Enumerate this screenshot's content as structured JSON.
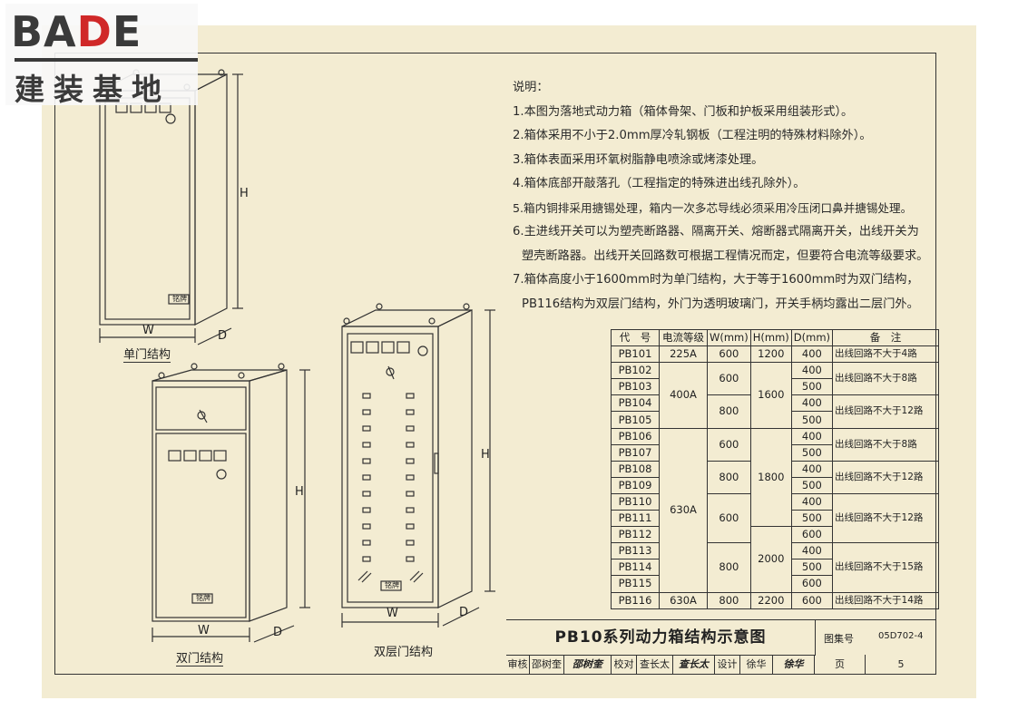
{
  "logo": {
    "brand_dark": "BA",
    "brand_red": "D",
    "brand_dark2": "E",
    "subtitle": "建装基地"
  },
  "notes": {
    "heading": "说明：",
    "lines": [
      "1.本图为落地式动力箱（箱体骨架、门板和护板采用组装形式）。",
      "2.箱体采用不小于2.0mm厚冷轧钢板（工程注明的特殊材料除外）。",
      "3.箱体表面采用环氧树脂静电喷涂或烤漆处理。",
      "4.箱体底部开敲落孔（工程指定的特殊进出线孔除外）。",
      "5.箱内铜排采用搪锡处理，箱内一次多芯导线必须采用冷压闭口鼻并搪锡处理。",
      "6.主进线开关可以为塑壳断路器、隔离开关、熔断器式隔离开关，出线开关为",
      "塑壳断路器。出线开关回路数可根据工程情况而定，但要符合电流等级要求。",
      "7.箱体高度小于1600mm时为单门结构，大于等于1600mm时为双门结构，",
      "PB116结构为双层门结构，外门为透明玻璃门，开关手柄均露出二层门外。"
    ]
  },
  "captions": {
    "single_door": "单门结构",
    "double_door": "双门结构",
    "double_layer_door": "双层门结构"
  },
  "dimension_labels": {
    "width": "W",
    "depth": "D",
    "height": "H",
    "badge": "铭牌"
  },
  "table": {
    "headers": [
      "代　号",
      "电流等级",
      "W(mm)",
      "H(mm)",
      "D(mm)",
      "备　注"
    ],
    "codes": [
      "PB101",
      "PB102",
      "PB103",
      "PB104",
      "PB105",
      "PB106",
      "PB107",
      "PB108",
      "PB109",
      "PB110",
      "PB111",
      "PB112",
      "PB113",
      "PB114",
      "PB115",
      "PB116"
    ],
    "current": [
      "225A",
      "400A",
      "630A",
      "630A"
    ],
    "w": [
      "600",
      "600",
      "800",
      "600",
      "800",
      "600",
      "800",
      "800"
    ],
    "h": [
      "1200",
      "1600",
      "1800",
      "2000",
      "2200"
    ],
    "d": [
      "400",
      "400",
      "500",
      "400",
      "500",
      "400",
      "500",
      "400",
      "500",
      "400",
      "500",
      "600",
      "400",
      "500",
      "600",
      "600"
    ],
    "remarks": [
      "出线回路不大于4路",
      "出线回路不大于8路",
      "出线回路不大于12路",
      "出线回路不大于8路",
      "出线回路不大于12路",
      "出线回路不大于12路",
      "出线回路不大于15路",
      "出线回路不大于14路"
    ]
  },
  "title_block": {
    "title": "PB10系列动力箱结构示意图",
    "atlas_label": "图集号",
    "atlas_no": "05D702-4",
    "page_label": "页",
    "page_no": "5",
    "review_label": "审核",
    "reviewer": "邵树奎",
    "reviewer_sig": "邵树奎",
    "check_label": "校对",
    "checker": "查长太",
    "checker_sig": "查长太",
    "design_label": "设计",
    "designer": "徐华",
    "designer_sig": "徐华"
  },
  "colors": {
    "paper": "#f3ecd2",
    "ink": "#2a2a2a",
    "logo_red": "#d02828",
    "logo_gray": "#3a3a3a"
  }
}
